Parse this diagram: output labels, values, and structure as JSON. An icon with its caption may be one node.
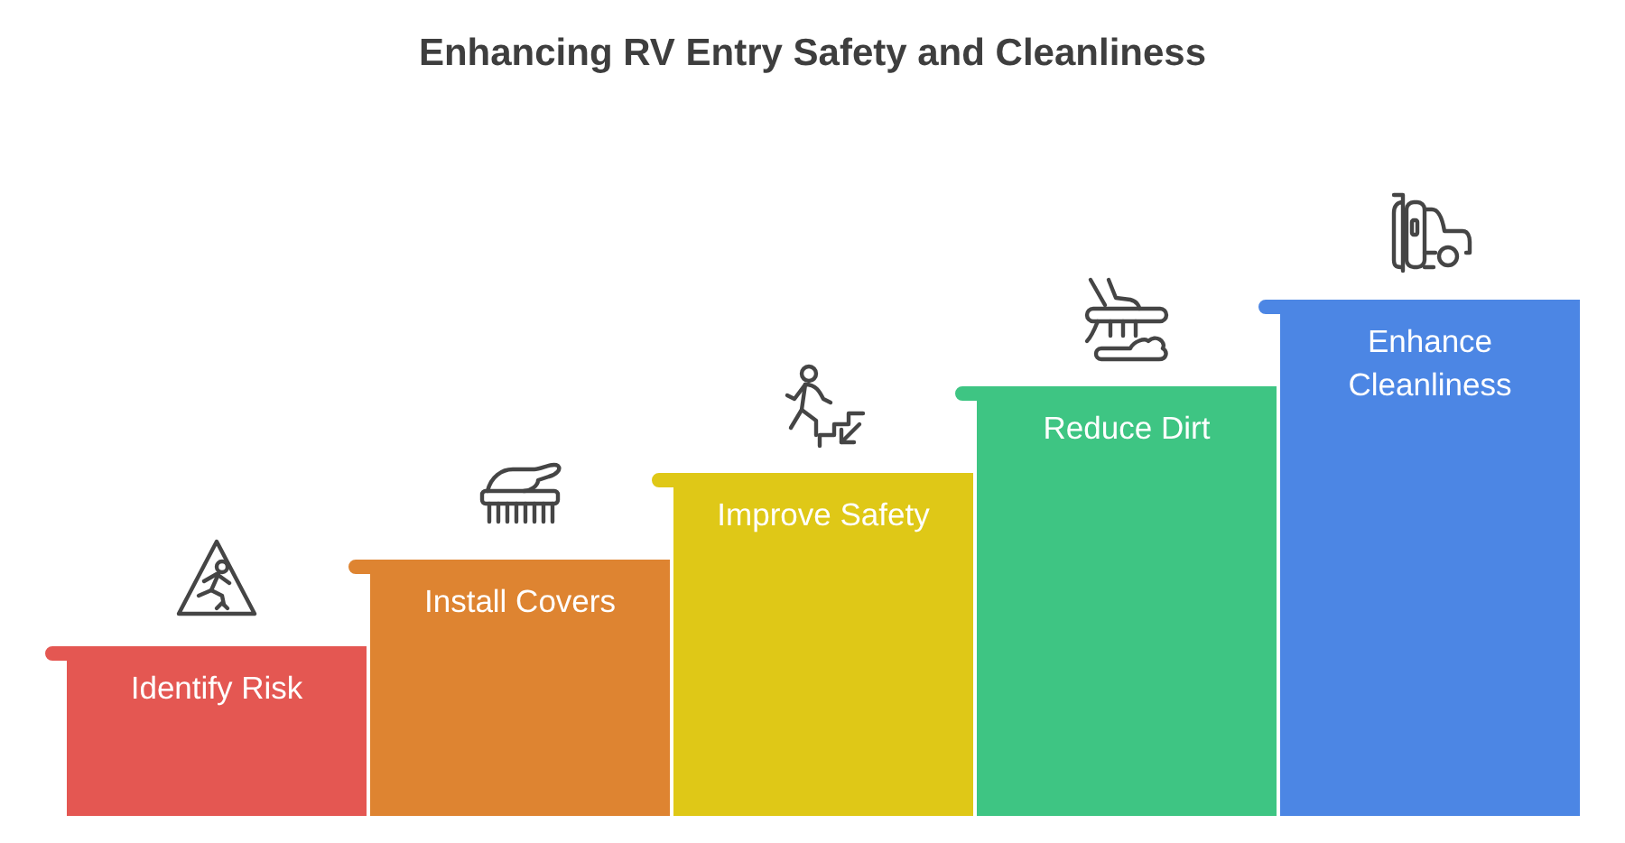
{
  "diagram": {
    "title": "Enhancing RV Entry Safety and Cleanliness",
    "nodes": [
      {
        "text": [
          "Identify Risk"
        ]
      },
      {
        "text": [
          "Install Covers"
        ]
      },
      {
        "text": [
          "Improve Safety"
        ]
      },
      {
        "text": [
          "Reduce Dirt"
        ]
      },
      {
        "text": [
          "Enhance Cleanliness"
        ]
      }
    ]
  }
}
